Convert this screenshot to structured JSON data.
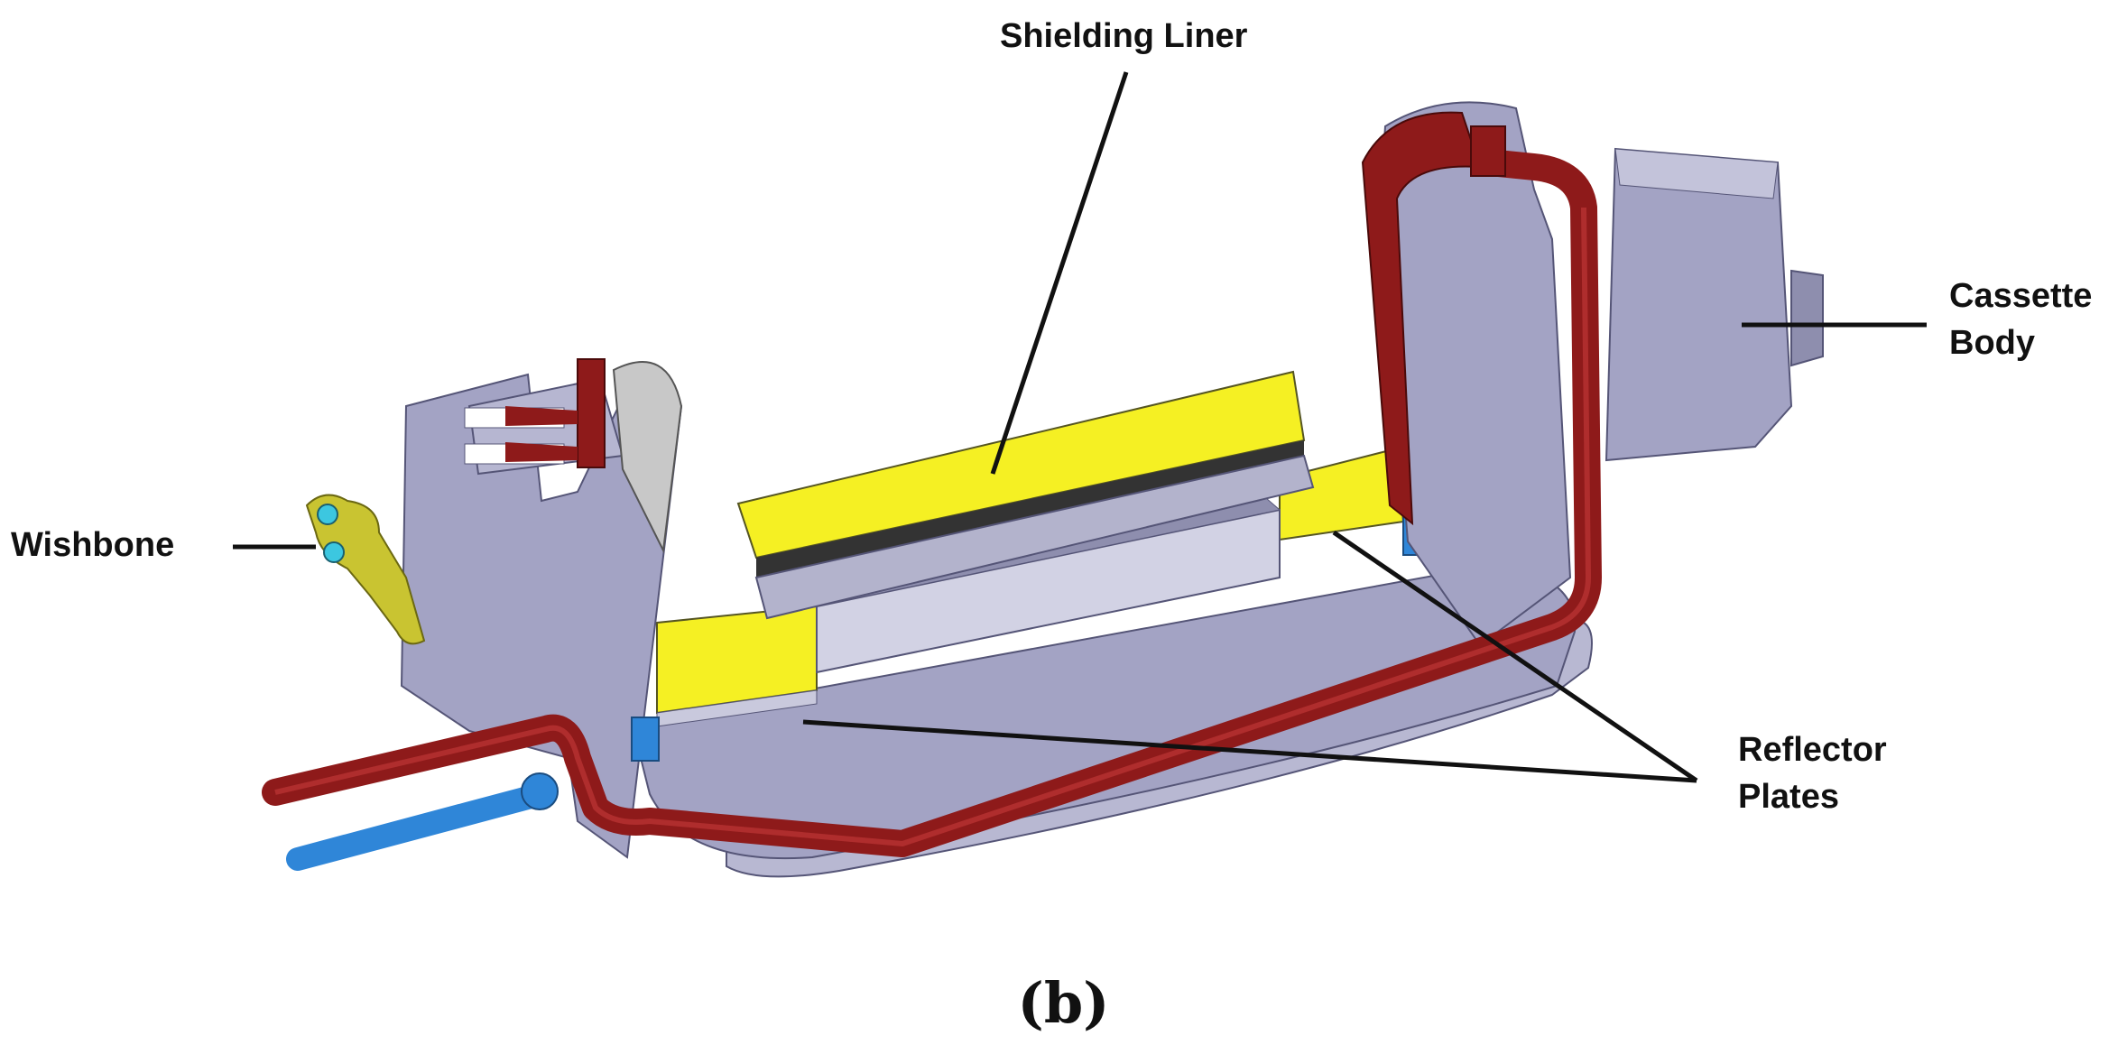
{
  "labels": {
    "shielding_liner": "Shielding Liner",
    "cassette_body": "Cassette\nBody",
    "wishbone": "Wishbone",
    "reflector_plates": "Reflector\nPlates"
  },
  "caption": "(b)",
  "colors": {
    "body": "#a3a3c4",
    "body_light": "#c3c3da",
    "body_dark": "#7f7fa0",
    "shielding_yellow": "#f5f023",
    "pipe_red": "#8e1a1a",
    "pipe_blue": "#2f86d8",
    "wishbone_yellow": "#c9c431",
    "leader_line": "#111111"
  },
  "icons": {
    "pipe_red": "coolant-pipe-red",
    "pipe_blue": "coolant-pipe-blue"
  }
}
